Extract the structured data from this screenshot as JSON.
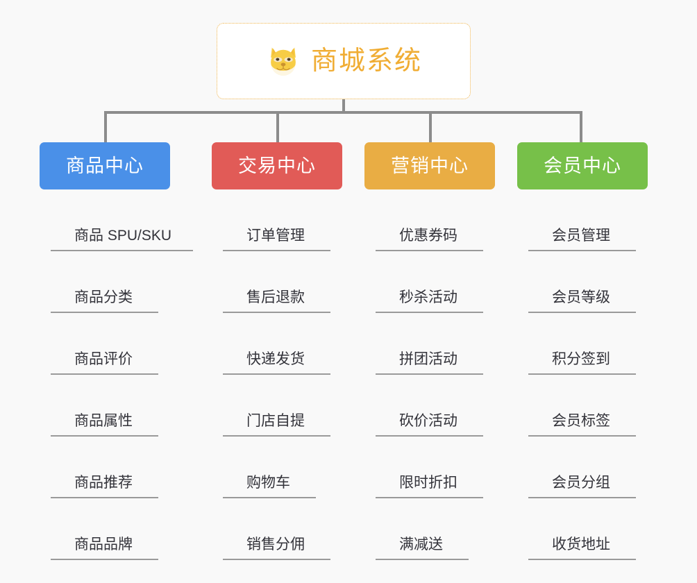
{
  "diagram": {
    "background_color": "#f9f9f9",
    "connector_color": "#8c8c8c",
    "root": {
      "title": "商城系统",
      "icon": "shiba-dog-face-icon",
      "text_color": "#f0ad34",
      "border_color": "#f0b44a"
    },
    "branches": [
      {
        "title": "商品中心",
        "color": "#4a90e8",
        "items": [
          "商品 SPU/SKU",
          "商品分类",
          "商品评价",
          "商品属性",
          "商品推荐",
          "商品品牌"
        ]
      },
      {
        "title": "交易中心",
        "color": "#e15b57",
        "items": [
          "订单管理",
          "售后退款",
          "快递发货",
          "门店自提",
          "购物车",
          "销售分佣"
        ]
      },
      {
        "title": "营销中心",
        "color": "#e9ad44",
        "items": [
          "优惠券码",
          "秒杀活动",
          "拼团活动",
          "砍价活动",
          "限时折扣",
          "满减送"
        ]
      },
      {
        "title": "会员中心",
        "color": "#77c049",
        "items": [
          "会员管理",
          "会员等级",
          "积分签到",
          "会员标签",
          "会员分组",
          "收货地址"
        ]
      }
    ]
  }
}
